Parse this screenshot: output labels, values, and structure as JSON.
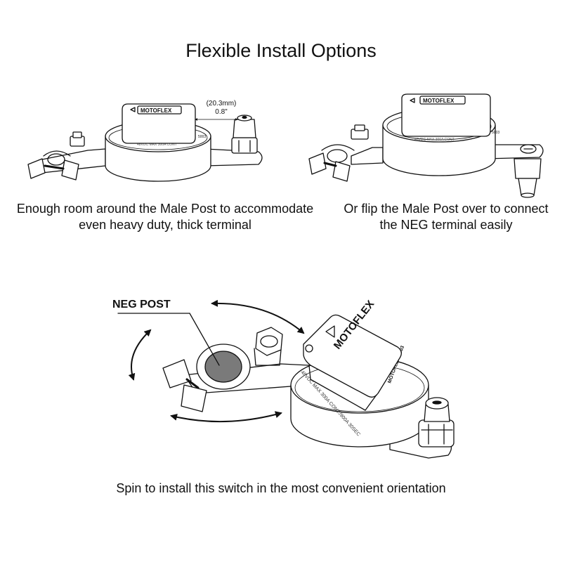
{
  "title": "Flexible Install Options",
  "captions": {
    "left_line1": "Enough room around the Male Post to accommodate",
    "left_line2": "even heavy duty, thick terminal",
    "right_line1": "Or flip the Male Post over to connect",
    "right_line2": "the NEG terminal easily",
    "bottom": "Spin to install this switch in the most convenient orientation"
  },
  "labels": {
    "neg_post": "NEG POST",
    "dimension_mm": "(20.3mm)",
    "dimension_in": "0.8\""
  },
  "product": {
    "brand": "MOTOFLEX",
    "rating_text": "48VDC MAX  300A CONT./900A 30SEC",
    "model": "MOTOFLEX 5003"
  },
  "colors": {
    "line": "#111111",
    "neg_post_fill": "#7a7a7a",
    "background": "#ffffff"
  },
  "icons": [
    "rotate-arrow-icon",
    "triangle-marker-icon"
  ]
}
